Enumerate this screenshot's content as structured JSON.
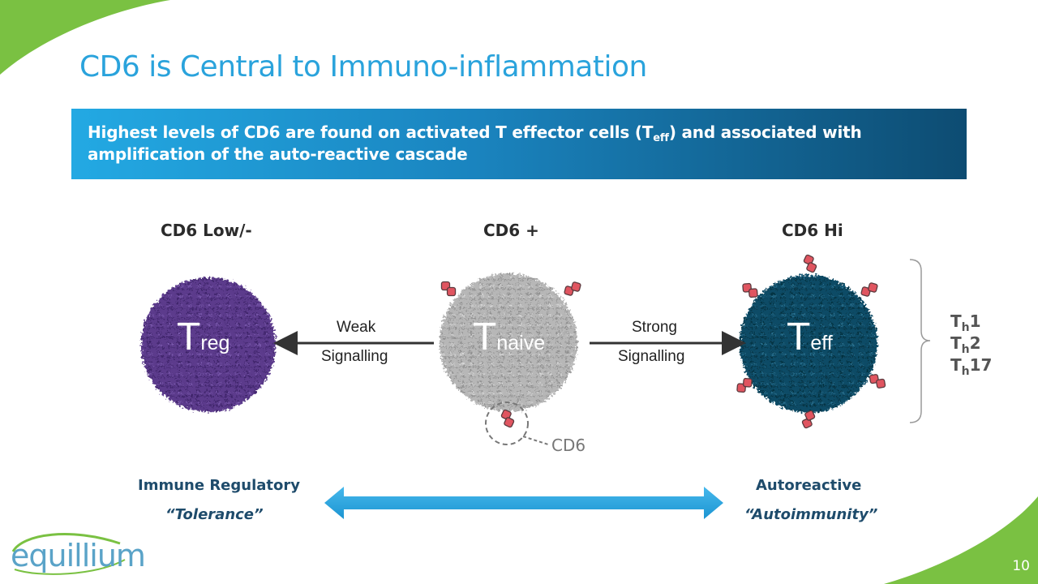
{
  "slide": {
    "title": "CD6 is Central to Immuno-inflammation",
    "banner": {
      "text_before": "Highest levels of CD6 are found on activated T effector cells (T",
      "subscript": "eff",
      "text_after": ") and associated with amplification of the auto-reactive cascade"
    },
    "page_number": "10",
    "logo": "equillium"
  },
  "diagram": {
    "columns": [
      {
        "heading": "CD6 Low/-",
        "cell_main": "T",
        "cell_sub": "reg",
        "color": "#5b3a8c"
      },
      {
        "heading": "CD6 +",
        "cell_main": "T",
        "cell_sub": "naive",
        "color": "#b5b5b5"
      },
      {
        "heading": "CD6 Hi",
        "cell_main": "T",
        "cell_sub": "eff",
        "color": "#0c4a64"
      }
    ],
    "left_arrow": {
      "line1": "Weak",
      "line2": "Signalling"
    },
    "right_arrow": {
      "line1": "Strong",
      "line2": "Signalling"
    },
    "callout_label": "CD6",
    "th_subsets": [
      {
        "main": "T",
        "sub": "h",
        "suffix": "1"
      },
      {
        "main": "T",
        "sub": "h",
        "suffix": "2"
      },
      {
        "main": "T",
        "sub": "h",
        "suffix": "17"
      }
    ],
    "receptor_color": "#e05560"
  },
  "spectrum": {
    "left_label": "Immune Regulatory",
    "left_quote": "“Tolerance”",
    "right_label": "Autoreactive",
    "right_quote": "“Autoimmunity”",
    "arrow_color": "#29a9e1"
  },
  "colors": {
    "accent": "#2aa3dc",
    "green": "#7ac142",
    "text_dark": "#1e4b6b"
  }
}
